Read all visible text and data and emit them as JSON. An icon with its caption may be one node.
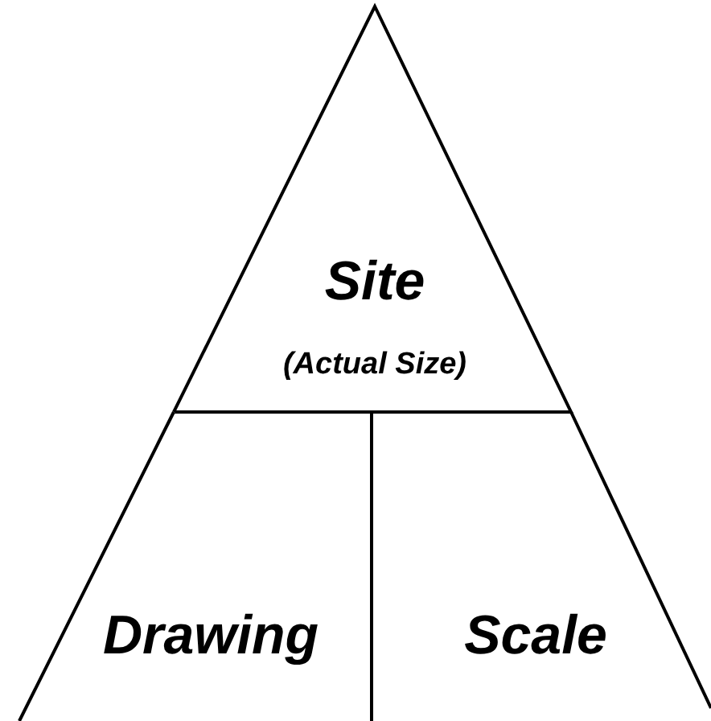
{
  "diagram": {
    "nodes": [
      {
        "text": [
          "Site",
          "(Actual Size)"
        ]
      },
      {
        "text": [
          "Drawing"
        ]
      },
      {
        "text": [
          "Scale"
        ]
      }
    ]
  }
}
